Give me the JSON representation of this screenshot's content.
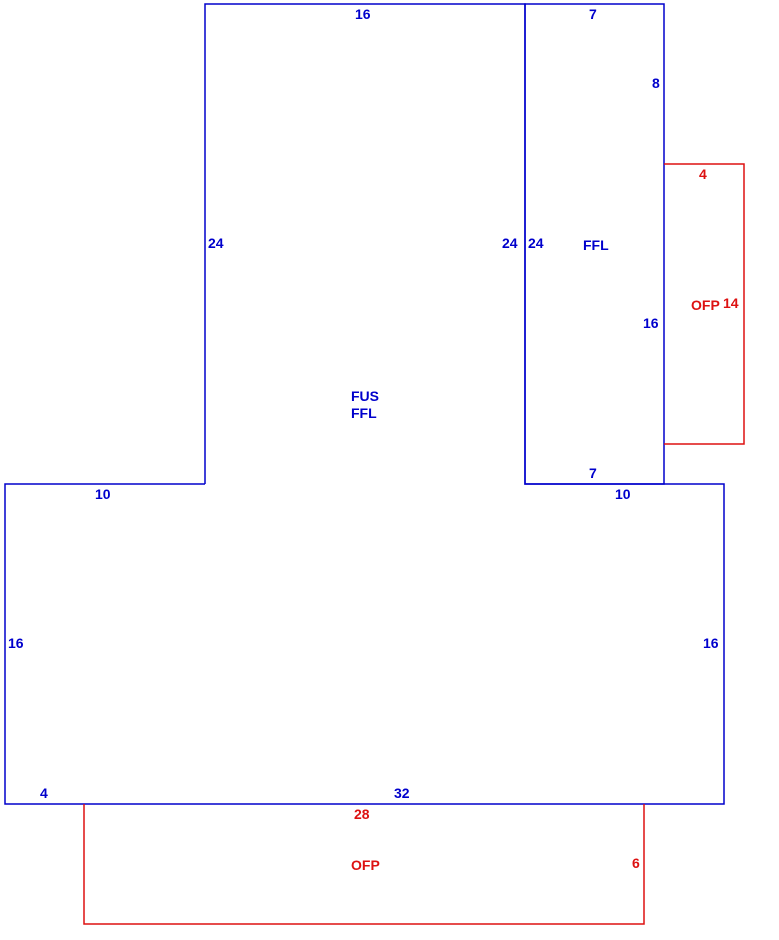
{
  "colors": {
    "structure": "#0000cc",
    "porch": "#dd1111"
  },
  "areas": {
    "main_line1": "FUS",
    "main_line2": "FFL",
    "wing": "FFL",
    "porch_right": "OFP",
    "porch_bottom": "OFP"
  },
  "dimensions": {
    "main_top": "16",
    "main_left_upper": "24",
    "main_right_upper": "24",
    "wing_left": "24",
    "wing_top": "7",
    "wing_right_upper": "8",
    "wing_right_lower": "16",
    "wing_bottom": "7",
    "main_left_step": "10",
    "main_right_step": "10",
    "main_left_lower": "16",
    "main_right_lower": "16",
    "main_bottom_left": "4",
    "main_bottom": "32",
    "porch_right_top": "4",
    "porch_right_side": "14",
    "porch_bottom_top": "28",
    "porch_bottom_side": "6"
  }
}
